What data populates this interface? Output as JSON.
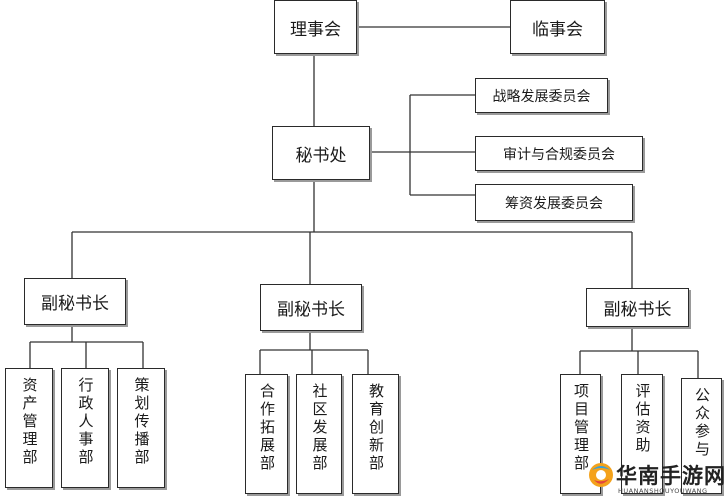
{
  "org_chart": {
    "council": "理事会",
    "supervisor": "临事会",
    "committees": [
      "战略发展委员会",
      "审计与合规委员会",
      "筹资发展委员会"
    ],
    "secretariat": "秘书处",
    "deputies": [
      {
        "title": "副秘书长",
        "departments": [
          "资产管理部",
          "行政人事部",
          "策划传播部"
        ]
      },
      {
        "title": "副秘书长",
        "departments": [
          "合作拓展部",
          "社区发展部",
          "教育创新部"
        ]
      },
      {
        "title": "副秘书长",
        "departments": [
          "项目管理部",
          "评估资助",
          "公众参与"
        ]
      }
    ]
  },
  "watermark": {
    "logo_text": "华南手游网",
    "sub_text": "HUANANSHOUYOUWANG"
  }
}
